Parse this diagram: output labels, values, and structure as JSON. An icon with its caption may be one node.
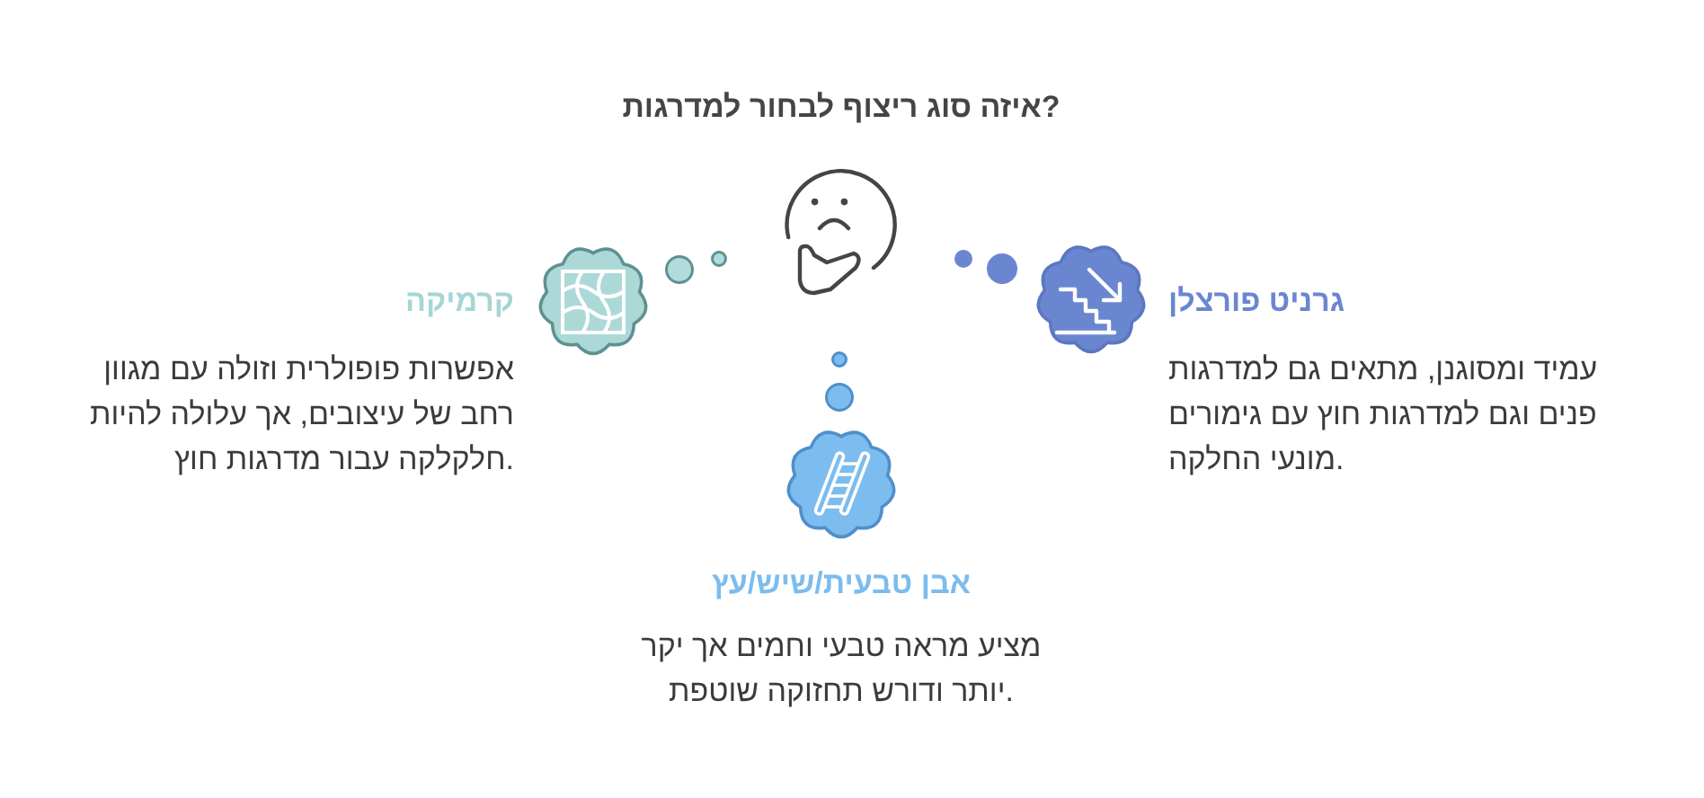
{
  "diagram": {
    "title": "איזה סוג ריצוף לבחור למדרגות?",
    "nodes": [
      {
        "text": [
          "קרמיקה",
          "אפשרות פופולרית וזולה עם מגוון רחב של עיצובים, אך עלולה להיות חלקלקה עבור מדרגות חוץ."
        ]
      },
      {
        "text": [
          "גרניט פורצלן",
          "עמיד ומסוגנן, מתאים גם למדרגות פנים וגם למדרגות חוץ עם גימורים מונעי החלקה."
        ]
      },
      {
        "text": [
          "אבן טבעית/שיש/עץ",
          "מציע מראה טבעי וחמים אך יקר יותר ודורש תחזוקה שוטפת."
        ]
      }
    ]
  }
}
